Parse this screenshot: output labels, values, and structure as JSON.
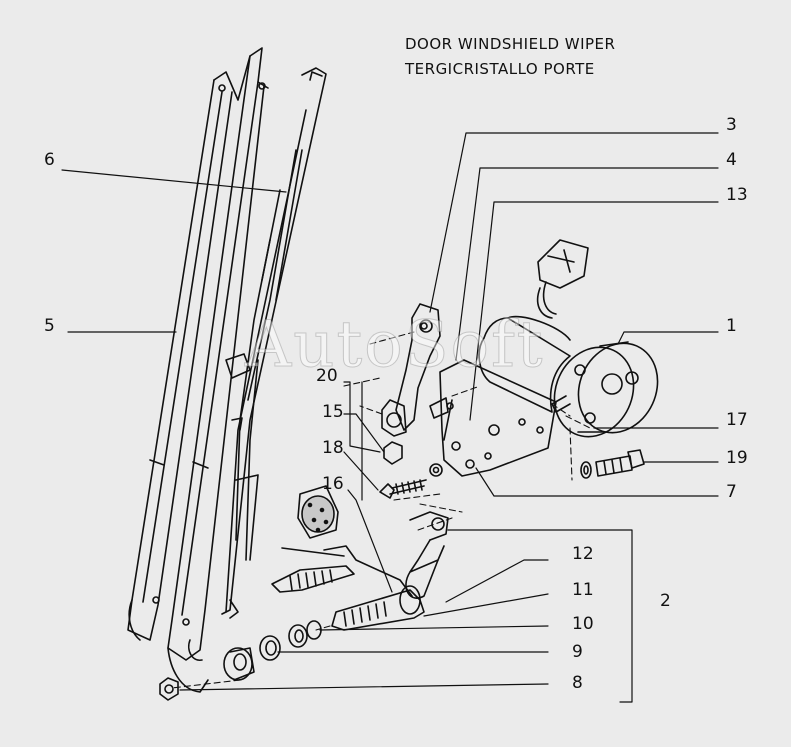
{
  "title": {
    "line1": "DOOR WINDSHIELD WIPER",
    "line2": "TERGICRISTALLO PORTE"
  },
  "watermark": "AutoSoft",
  "callouts": {
    "c1": "1",
    "c2": "2",
    "c3": "3",
    "c4": "4",
    "c5": "5",
    "c6": "6",
    "c7": "7",
    "c8": "8",
    "c9": "9",
    "c10": "10",
    "c11": "11",
    "c12": "12",
    "c13": "13",
    "c15": "15",
    "c16": "16",
    "c17": "17",
    "c18": "18",
    "c19": "19",
    "c20": "20"
  }
}
